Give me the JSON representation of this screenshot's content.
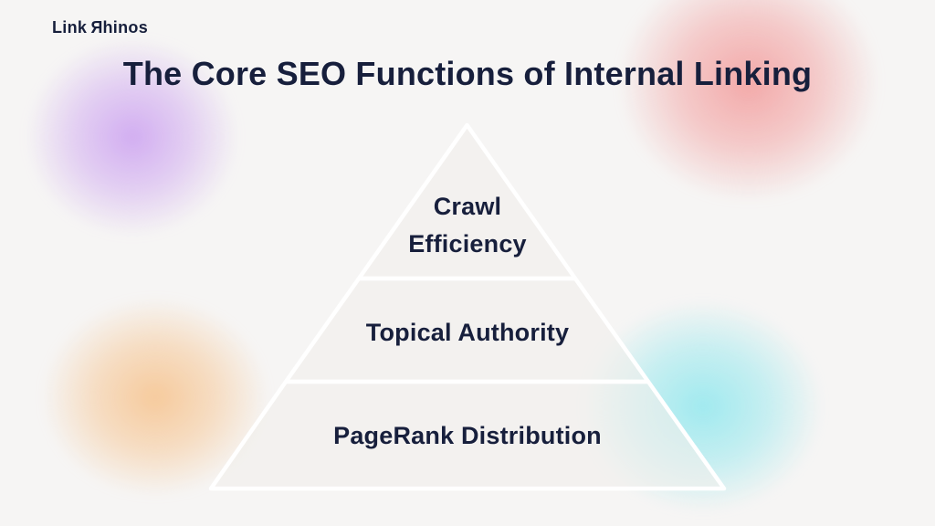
{
  "page": {
    "background": "#f6f5f4",
    "text_color": "#171f3c",
    "accent_colors": {
      "blob_purple": "#cba0f0",
      "blob_pink": "#f2a0a0",
      "blob_orange": "#f6c592",
      "blob_cyan": "#96e8ee",
      "pyramid_fill": "#f0efec",
      "pyramid_border": "#ffffff"
    }
  },
  "logo": {
    "prefix": "Link",
    "r_char": "R",
    "suffix": "hinos"
  },
  "title": "The Core SEO Functions of Internal Linking",
  "pyramid": {
    "levels": [
      {
        "rank": 1,
        "label": "Crawl Efficiency"
      },
      {
        "rank": 2,
        "label": "Topical Authority"
      },
      {
        "rank": 3,
        "label": "PageRank Distribution"
      }
    ]
  }
}
